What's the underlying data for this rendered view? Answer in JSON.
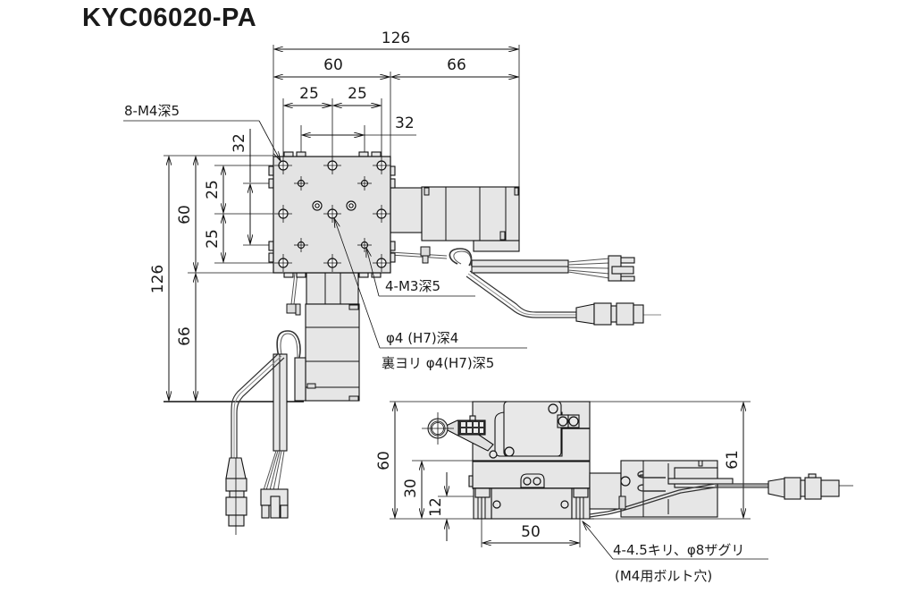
{
  "title": "KYC06020-PA",
  "top_view": {
    "dims": {
      "overall_width": "126",
      "stage_width": "60",
      "motor_width": "66",
      "hole_pitch_left": "25",
      "hole_pitch_right": "25",
      "inner_pitch_horizontal": "32",
      "inner_pitch_vertical": "32",
      "overall_height": "126",
      "stage_height": "60",
      "motor_height": "66",
      "hole_pitch_upper": "25",
      "hole_pitch_lower": "25"
    },
    "callouts": {
      "tapped_holes_m4": "8-M4深5",
      "tapped_holes_m3": "4-M3深5",
      "pin_hole_front": "φ4 (H7)深4",
      "pin_hole_back": "裏ヨリ φ4(H7)深5"
    }
  },
  "side_view": {
    "dims": {
      "total_height": "60",
      "base_height": "30",
      "mount_height": "12",
      "mount_pitch": "50",
      "motor_height": "61"
    },
    "callouts": {
      "mount_holes": "4-4.5キリ、φ8ザグリ",
      "mount_holes_note": "(M4用ボルト穴)"
    }
  },
  "colors": {
    "part_fill": "#e6e6e6",
    "line": "#111111"
  }
}
